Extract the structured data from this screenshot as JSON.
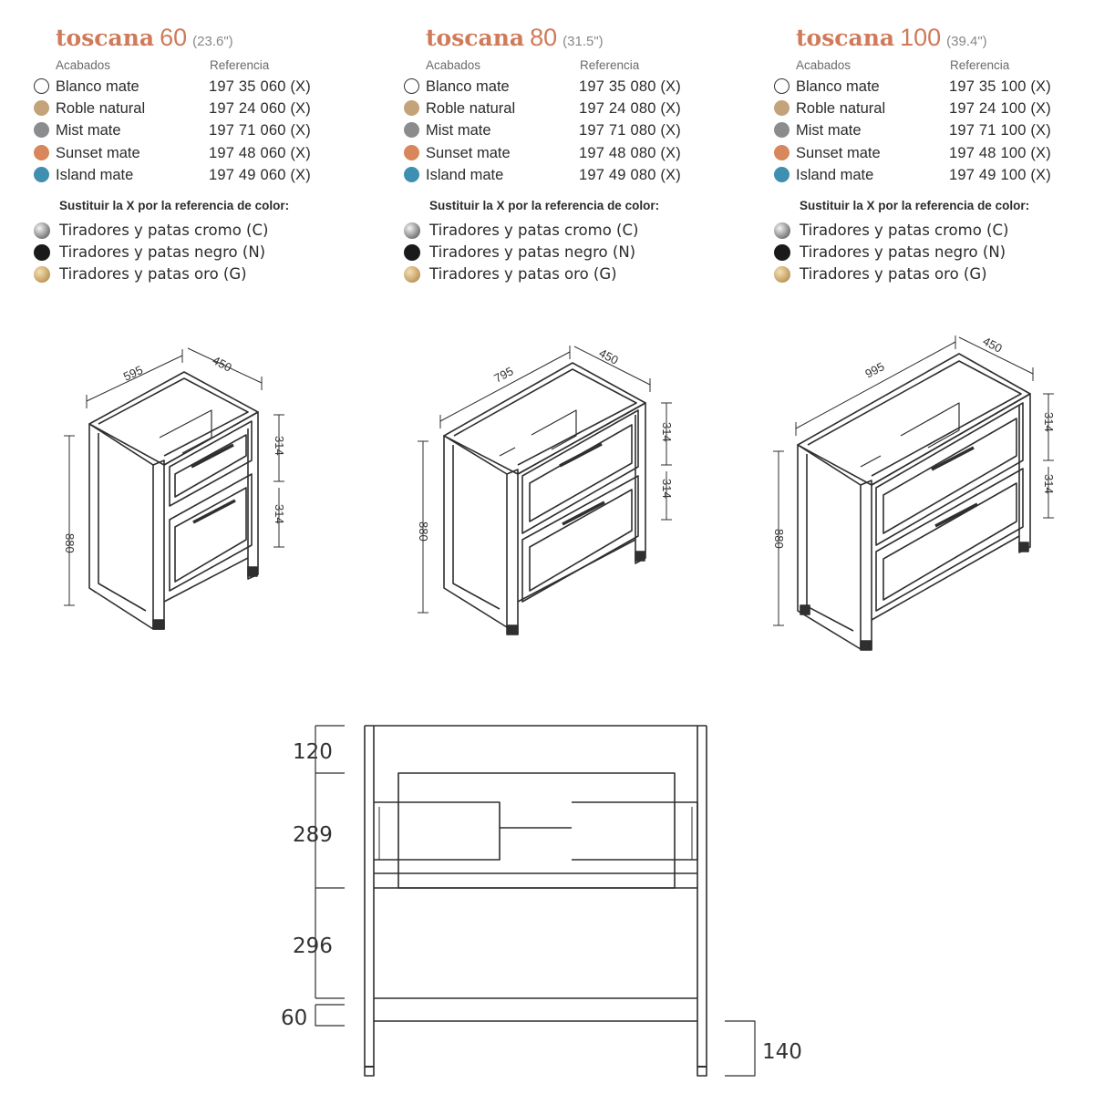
{
  "columns_header": {
    "finishes": "Acabados",
    "reference": "Referencia"
  },
  "substitute_note": "Sustituir la X por la referencia de color:",
  "colors": {
    "blanco": "#ffffff",
    "roble": "#c4a27a",
    "mist": "#8b8c8e",
    "sunset": "#d8865c",
    "island": "#3e8fb0"
  },
  "hardware": [
    {
      "label": "Tiradores y patas cromo (C)",
      "color": "chrome"
    },
    {
      "label": "Tiradores y patas negro (N)",
      "color": "#1a1a1a"
    },
    {
      "label": "Tiradores y patas oro (G)",
      "color": "gold"
    }
  ],
  "products": [
    {
      "name": "toscana",
      "size": "60",
      "inches": "(23.6\")",
      "finishes": [
        {
          "name": "Blanco mate",
          "ref": "197 35 060 (X)"
        },
        {
          "name": "Roble natural",
          "ref": "197 24 060 (X)"
        },
        {
          "name": "Mist mate",
          "ref": "197 71 060 (X)"
        },
        {
          "name": "Sunset mate",
          "ref": "197 48 060 (X)"
        },
        {
          "name": "Island mate",
          "ref": "197 49 060 (X)"
        }
      ],
      "dims": {
        "width": "595",
        "depth": "450",
        "height": "880",
        "drawer1": "314",
        "drawer2": "314"
      }
    },
    {
      "name": "toscana",
      "size": "80",
      "inches": "(31.5\")",
      "finishes": [
        {
          "name": "Blanco mate",
          "ref": "197 35 080 (X)"
        },
        {
          "name": "Roble natural",
          "ref": "197 24 080 (X)"
        },
        {
          "name": "Mist mate",
          "ref": "197 71 080 (X)"
        },
        {
          "name": "Sunset mate",
          "ref": "197 48 080 (X)"
        },
        {
          "name": "Island mate",
          "ref": "197 49 080 (X)"
        }
      ],
      "dims": {
        "width": "795",
        "depth": "450",
        "height": "880",
        "drawer1": "314",
        "drawer2": "314"
      }
    },
    {
      "name": "toscana",
      "size": "100",
      "inches": "(39.4\")",
      "finishes": [
        {
          "name": "Blanco mate",
          "ref": "197 35 100 (X)"
        },
        {
          "name": "Roble natural",
          "ref": "197 24 100 (X)"
        },
        {
          "name": "Mist mate",
          "ref": "197 71 100 (X)"
        },
        {
          "name": "Sunset mate",
          "ref": "197 48 100 (X)"
        },
        {
          "name": "Island mate",
          "ref": "197 49 100 (X)"
        }
      ],
      "dims": {
        "width": "995",
        "depth": "450",
        "height": "880",
        "drawer1": "314",
        "drawer2": "314"
      }
    }
  ],
  "side_view": {
    "d1": "120",
    "d2": "289",
    "d3": "296",
    "d4": "60",
    "d5": "140"
  }
}
